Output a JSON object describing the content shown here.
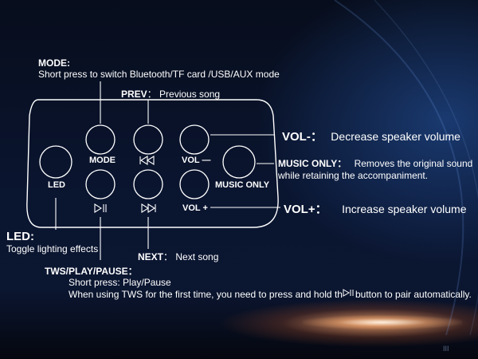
{
  "panel": {
    "mode_label": "MODE",
    "prev_icon_name": "previous-icon",
    "vol_minus_label": "VOL —",
    "led_label": "LED",
    "music_only_label": "MUSIC ONLY",
    "play_icon_name": "play-pause-icon",
    "next_icon_name": "next-icon",
    "vol_plus_label": "VOL +"
  },
  "annotations": {
    "mode": {
      "title": "MODE:",
      "text": "Short press to switch Bluetooth/TF card /USB/AUX mode"
    },
    "prev": {
      "title": "PREV",
      "text": "： Previous song"
    },
    "vol_minus": {
      "title": "VOL-：",
      "text": "Decrease speaker volume"
    },
    "music_only": {
      "title": "MUSIC ONLY：",
      "text": "Removes the original sound",
      "text2": "while retaining the accompaniment."
    },
    "vol_plus": {
      "title": "VOL+：",
      "text": "Increase speaker volume"
    },
    "led": {
      "title": "LED:",
      "text": "Toggle lighting effects"
    },
    "next": {
      "title": "NEXT",
      "text": "： Next song"
    },
    "tws": {
      "title": "TWS/PLAY/PAUSE：",
      "line1": "Short press: Play/Pause",
      "line2a": "When using TWS for the first time, you need to press and hold the",
      "line2b": "button to pair automatically."
    }
  },
  "watermark": "III"
}
